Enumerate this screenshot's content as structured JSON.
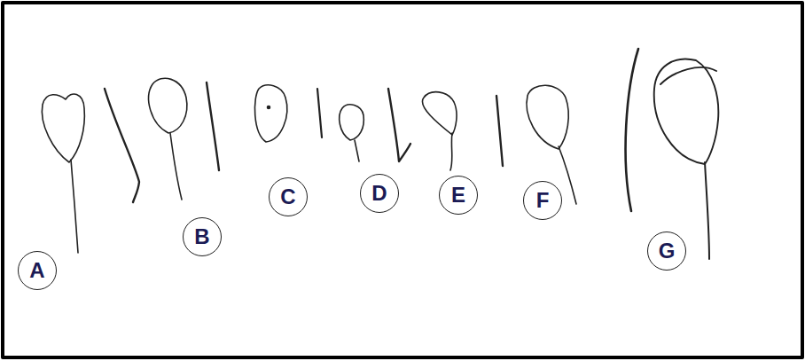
{
  "diagram": {
    "nodes": [
      {
        "text": [
          "A"
        ]
      },
      {
        "text": [
          "B"
        ]
      },
      {
        "text": [
          "C"
        ]
      },
      {
        "text": [
          "D"
        ]
      },
      {
        "text": [
          "E"
        ]
      },
      {
        "text": [
          "F"
        ]
      },
      {
        "text": [
          "G"
        ]
      }
    ]
  }
}
